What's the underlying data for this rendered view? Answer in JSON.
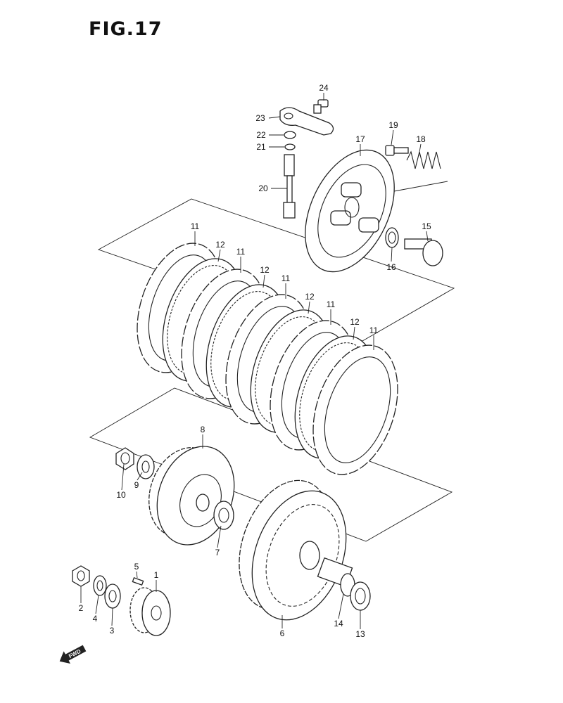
{
  "title": "FIG.17",
  "fwd_label": "FWD",
  "callouts": {
    "c24": "24",
    "c23": "23",
    "c22": "22",
    "c21": "21",
    "c20": "20",
    "c19": "19",
    "c18": "18",
    "c17": "17",
    "c15": "15",
    "c16": "16",
    "c11a": "11",
    "c12a": "12",
    "c11b": "11",
    "c12b": "12",
    "c11c": "11",
    "c12c": "12",
    "c11d": "11",
    "c12d": "12",
    "c11e": "11",
    "c8": "8",
    "c9": "9",
    "c10": "10",
    "c7": "7",
    "c5": "5",
    "c1": "1",
    "c2": "2",
    "c4": "4",
    "c3": "3",
    "c6": "6",
    "c14": "14",
    "c13": "13"
  }
}
